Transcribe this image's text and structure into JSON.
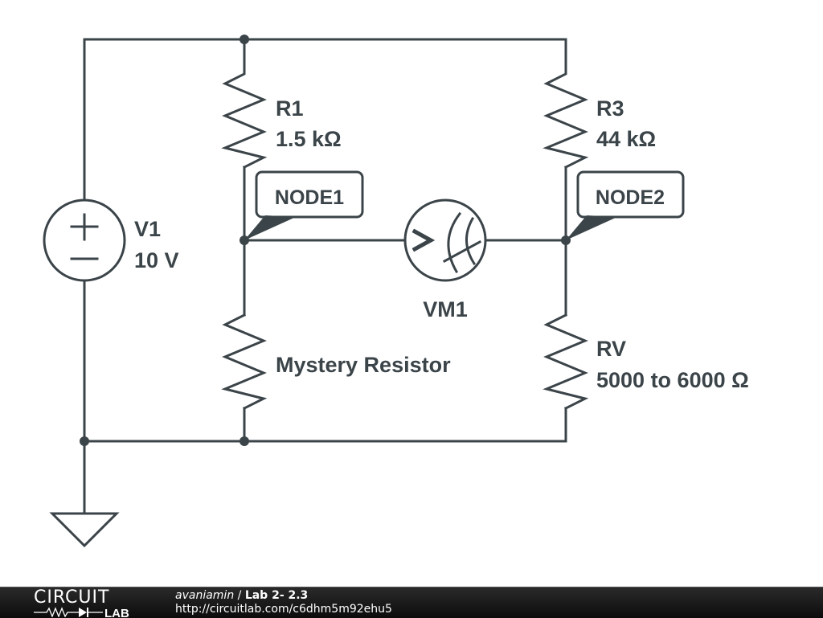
{
  "schematic": {
    "components": {
      "v1": {
        "name": "V1",
        "value": "10 V",
        "type": "dc-voltage-source"
      },
      "r1": {
        "name": "R1",
        "value": "1.5 kΩ",
        "type": "resistor"
      },
      "r3": {
        "name": "R3",
        "value": "44 kΩ",
        "type": "resistor"
      },
      "mystery": {
        "name": "Mystery Resistor",
        "type": "resistor"
      },
      "rv": {
        "name": "RV",
        "value": "5000 to 6000 Ω",
        "type": "resistor"
      },
      "vm1": {
        "name": "VM1",
        "type": "voltmeter"
      },
      "ground": {
        "type": "ground"
      }
    },
    "nodes": [
      {
        "id": "node1",
        "label": "NODE1"
      },
      {
        "id": "node2",
        "label": "NODE2"
      }
    ],
    "symbols": {
      "plus": "+",
      "minus": "−",
      "meter": ">"
    },
    "colors": {
      "ink": "#3b4449",
      "background": "#ffffff"
    }
  },
  "footer": {
    "logo_top": "CIRCUIT",
    "logo_bottom": "LAB",
    "author": "avaniamin",
    "separator": " / ",
    "title": "Lab 2- 2.3",
    "url": "http://circuitlab.com/c6dhm5m92ehu5"
  }
}
